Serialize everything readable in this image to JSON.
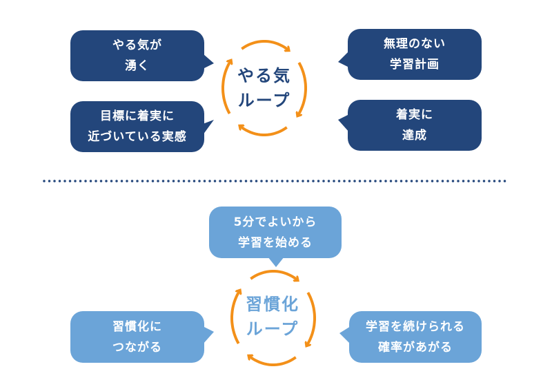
{
  "colors": {
    "navy": "#23467b",
    "light_blue": "#6ba4d8",
    "orange": "#f39019"
  },
  "motivation_loop": {
    "title_line1": "やる気",
    "title_line2": "ループ",
    "bubbles": [
      {
        "line1": "やる気が",
        "line2": "湧く"
      },
      {
        "line1": "無理のない",
        "line2": "学習計画"
      },
      {
        "line1": "目標に着実に",
        "line2": "近づいている実感"
      },
      {
        "line1": "着実に",
        "line2": "達成"
      }
    ]
  },
  "habit_loop": {
    "title_line1": "習慣化",
    "title_line2": "ループ",
    "bubbles": [
      {
        "line1": "5分でよいから",
        "line2": "学習を始める"
      },
      {
        "line1": "習慣化に",
        "line2": "つながる"
      },
      {
        "line1": "学習を続けられる",
        "line2": "確率があがる"
      }
    ]
  }
}
